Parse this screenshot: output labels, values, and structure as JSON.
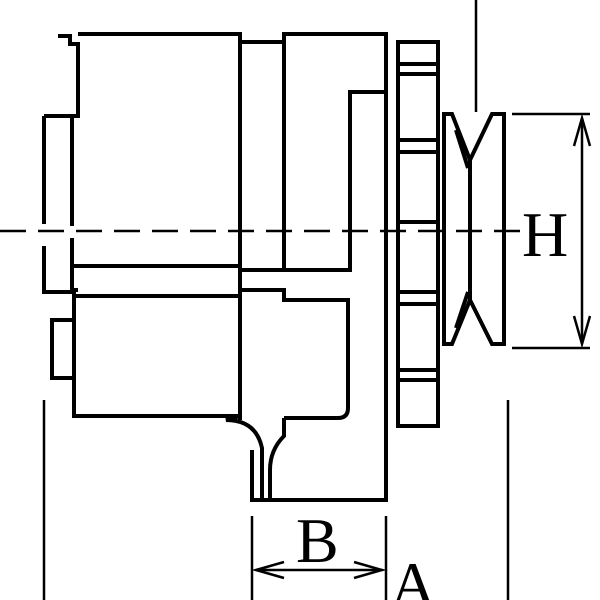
{
  "labels": {
    "dimension_h": "H",
    "dimension_b": "B",
    "dimension_a": "A"
  },
  "colors": {
    "line": "#000000",
    "background": "#ffffff"
  }
}
